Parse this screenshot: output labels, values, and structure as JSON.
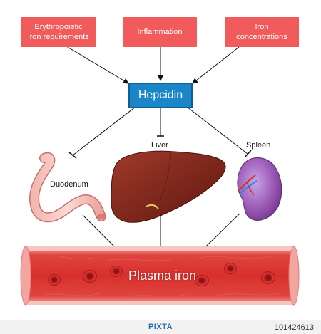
{
  "regulators": [
    {
      "label": "Erythropoietic\niron requirements"
    },
    {
      "label": "Inflammation"
    },
    {
      "label": "Iron\nconcentrations"
    }
  ],
  "hepcidin": {
    "label": "Hepcidin"
  },
  "organs": {
    "duodenum": "Duodenum",
    "liver": "Liver",
    "spleen": "Spleen"
  },
  "plasma": {
    "label": "Plasma iron"
  },
  "footer": {
    "logo": "PIXTA",
    "image_id": "101424613"
  },
  "colors": {
    "regulator_box": "#f25b5b",
    "hepcidin_box": "#1a86c8",
    "vessel": "#d93b3b",
    "liver": "#7a2218",
    "spleen": "#9b59b6"
  }
}
